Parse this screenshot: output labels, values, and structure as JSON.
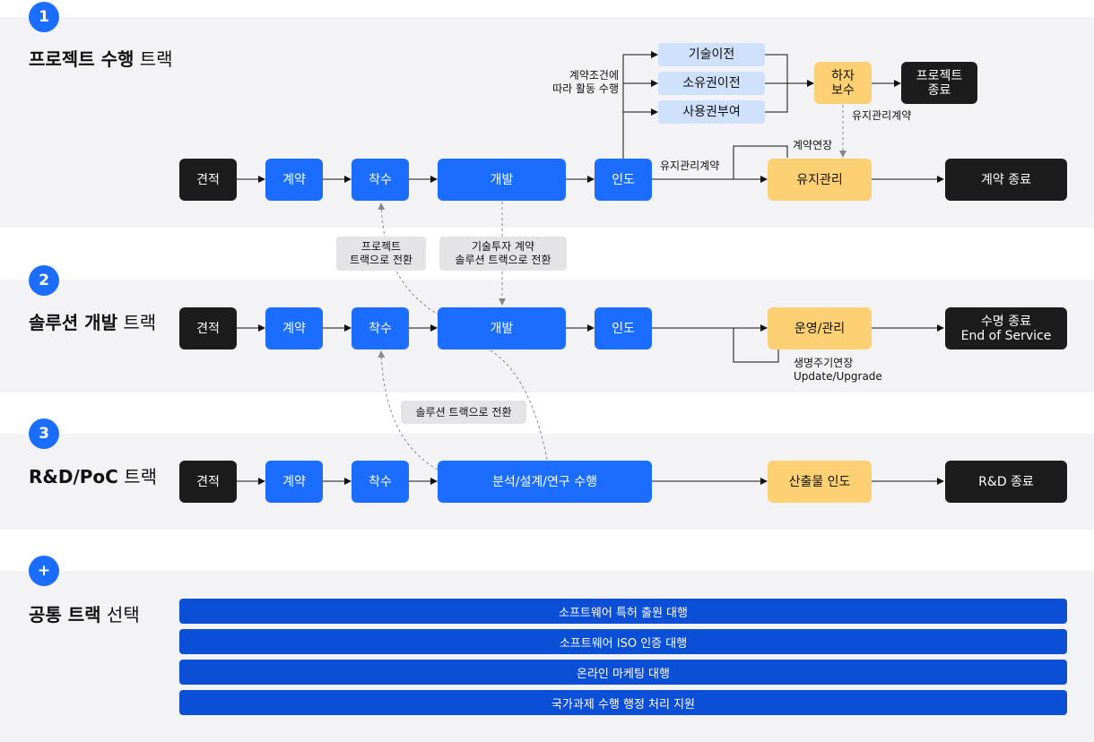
{
  "track1": {
    "badge": "1",
    "title_bold": "프로젝트 수행",
    "title_rest": " 트랙",
    "steps": [
      "견적",
      "계약",
      "착수",
      "개발",
      "인도"
    ],
    "maintenance": "유지관리",
    "contract_end": "계약 종료",
    "transfers": [
      "기술이전",
      "소유권이전",
      "사용권부여"
    ],
    "warranty": "하자\n보수",
    "project_end": "프로젝트\n종료",
    "note_contract": "계약조건에\n따라 활동 수행",
    "note_maint_contract": "유지관리계약",
    "note_extension": "계약연장",
    "note_maint_contract2": "유지관리계약"
  },
  "switches": {
    "to_project": "프로젝트\n트랙으로 전환",
    "tech_invest": "기술투자 계약\n솔루션 트랙으로 전환",
    "to_solution": "솔루션 트랙으로 전환"
  },
  "track2": {
    "badge": "2",
    "title_bold": "솔루션 개발",
    "title_rest": " 트랙",
    "steps": [
      "견적",
      "계약",
      "착수",
      "개발",
      "인도"
    ],
    "operation": "운영/관리",
    "end": "수명 종료\nEnd of Service",
    "note_lifecycle": "생명주기연장\nUpdate/Upgrade"
  },
  "track3": {
    "badge": "3",
    "title_bold": "R&D/PoC",
    "title_rest": " 트랙",
    "steps": [
      "견적",
      "계약",
      "착수"
    ],
    "analysis": "분석/설계/연구 수행",
    "deliverable": "산출물 인도",
    "end": "R&D 종료"
  },
  "common": {
    "badge": "+",
    "title_bold": "공통 트랙",
    "title_rest": " 선택",
    "items": [
      "소프트웨어 특허 출원 대행",
      "소프트웨어 ISO 인증 대행",
      "온라인 마케팅 대행",
      "국가과제 수행 행정 처리 지원"
    ]
  },
  "colors": {
    "blue": "#1a6dff",
    "dark": "#1c1c1c",
    "yellow": "#fcd073",
    "light_blue": "#cfe0fb",
    "common_blue": "#0b4fd6"
  }
}
